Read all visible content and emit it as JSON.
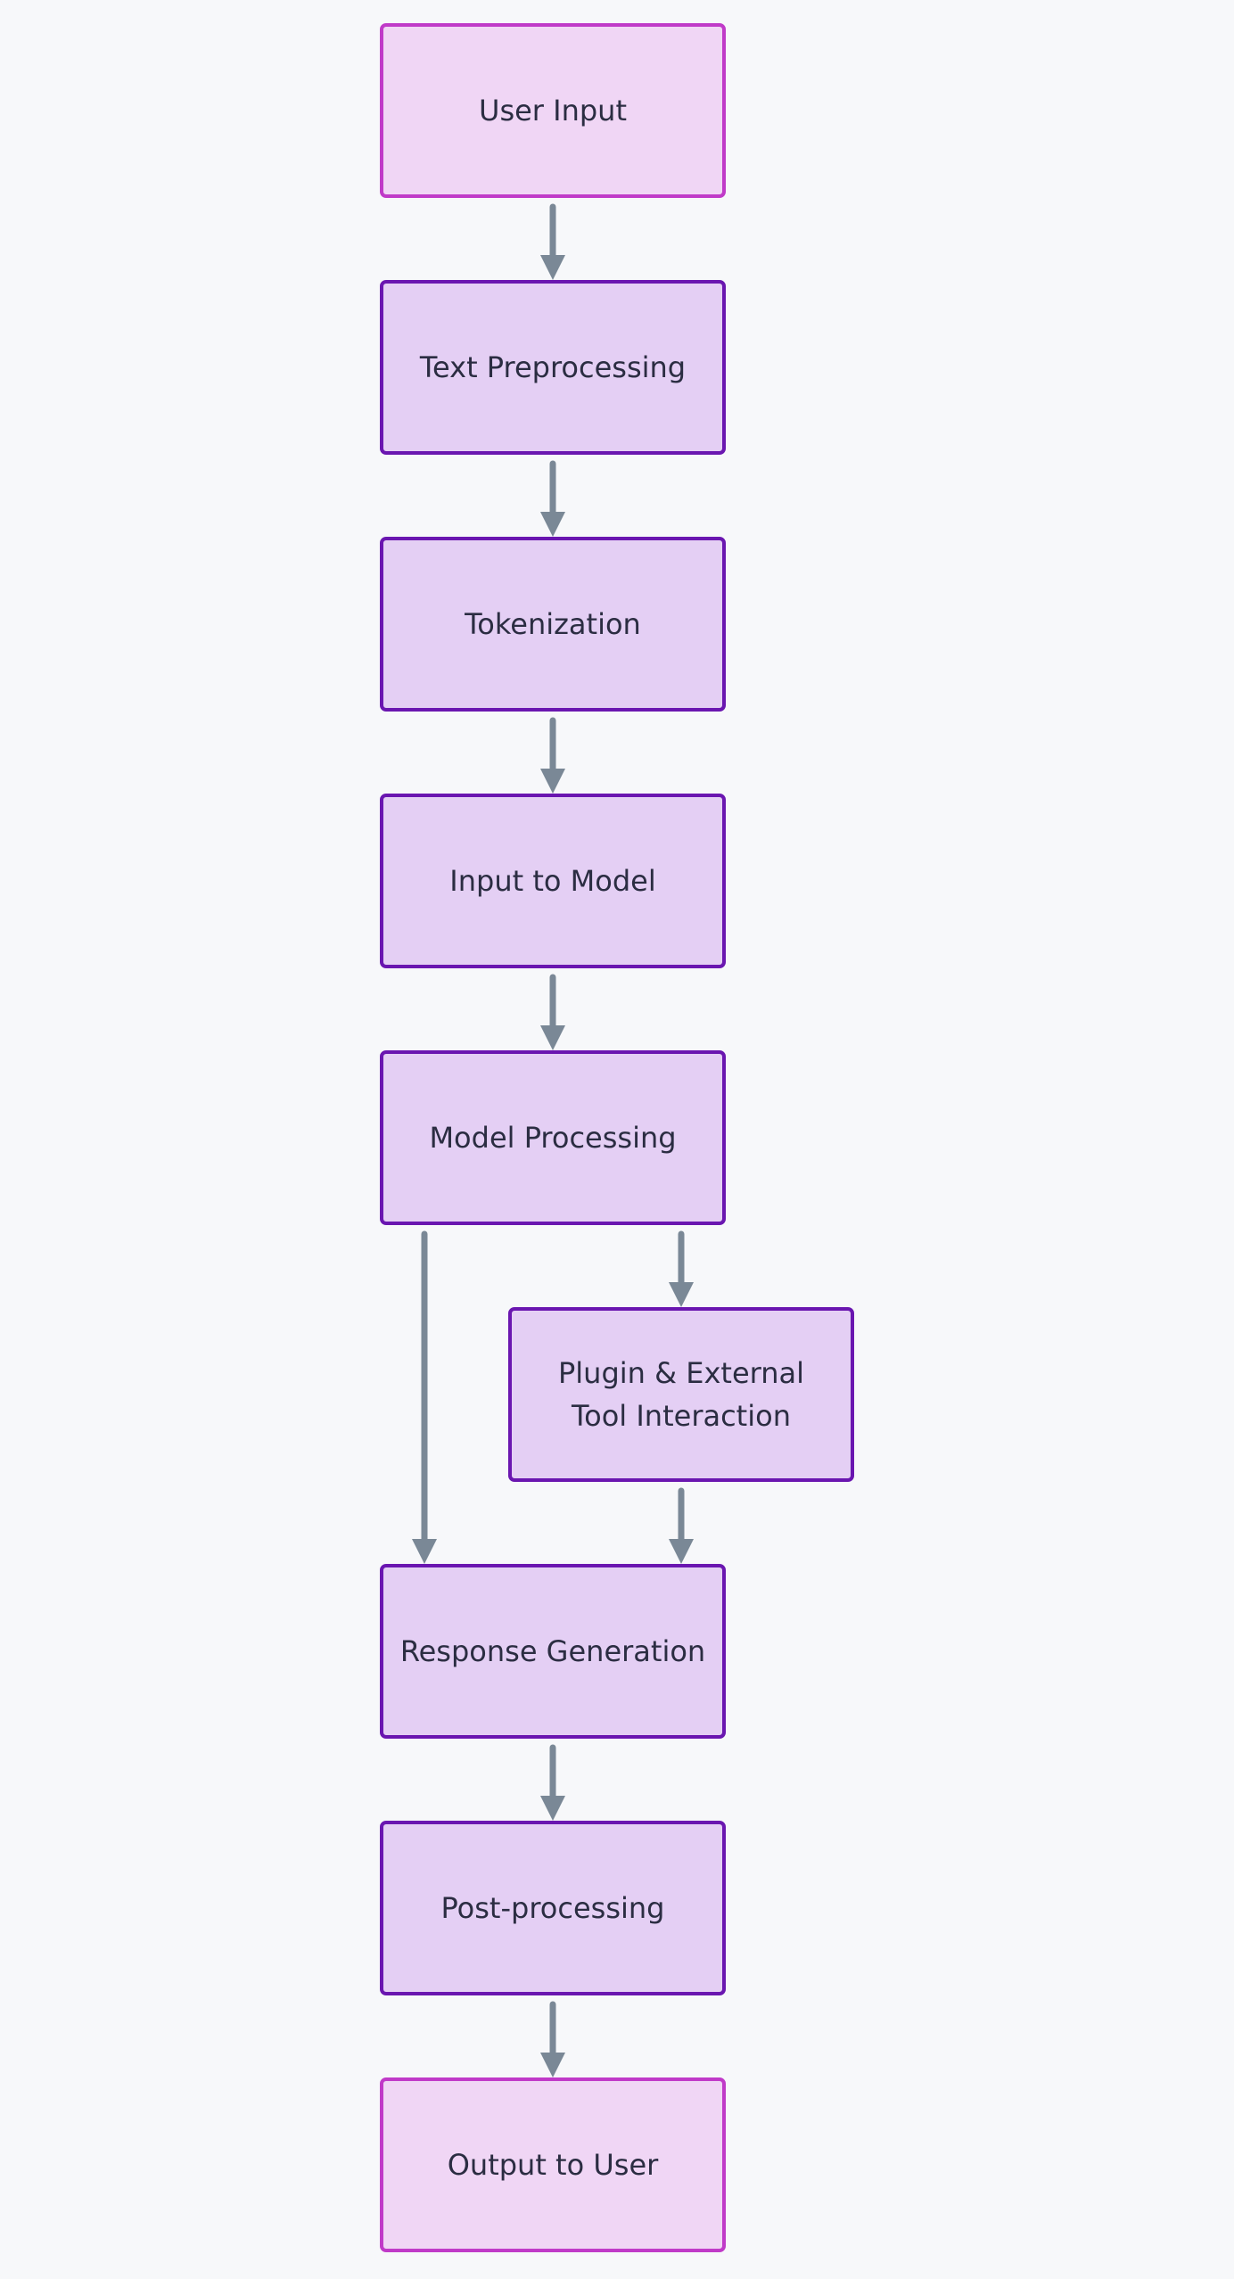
{
  "colors": {
    "background": "#f7f8fa",
    "terminal_fill": "#f0d6f5",
    "terminal_stroke": "#c03ac8",
    "process_fill": "#e4cff4",
    "process_stroke": "#6a16b0",
    "arrow": "#7a8896",
    "text": "#2b2d42"
  },
  "nodes": [
    {
      "id": "user-input",
      "kind": "terminal",
      "lines": [
        "User Input"
      ]
    },
    {
      "id": "text-preprocessing",
      "kind": "process",
      "lines": [
        "Text Preprocessing"
      ]
    },
    {
      "id": "tokenization",
      "kind": "process",
      "lines": [
        "Tokenization"
      ]
    },
    {
      "id": "input-to-model",
      "kind": "process",
      "lines": [
        "Input to Model"
      ]
    },
    {
      "id": "model-processing",
      "kind": "process",
      "lines": [
        "Model Processing"
      ]
    },
    {
      "id": "plugin-external-tool-interaction",
      "kind": "process",
      "lines": [
        "Plugin & External",
        "Tool Interaction"
      ]
    },
    {
      "id": "response-generation",
      "kind": "process",
      "lines": [
        "Response Generation"
      ]
    },
    {
      "id": "post-processing",
      "kind": "process",
      "lines": [
        "Post-processing"
      ]
    },
    {
      "id": "output-to-user",
      "kind": "terminal",
      "lines": [
        "Output to User"
      ]
    }
  ],
  "edges": [
    {
      "from": "user-input",
      "to": "text-preprocessing"
    },
    {
      "from": "text-preprocessing",
      "to": "tokenization"
    },
    {
      "from": "tokenization",
      "to": "input-to-model"
    },
    {
      "from": "input-to-model",
      "to": "model-processing"
    },
    {
      "from": "model-processing",
      "to": "plugin-external-tool-interaction"
    },
    {
      "from": "model-processing",
      "to": "response-generation"
    },
    {
      "from": "plugin-external-tool-interaction",
      "to": "response-generation"
    },
    {
      "from": "response-generation",
      "to": "post-processing"
    },
    {
      "from": "post-processing",
      "to": "output-to-user"
    }
  ]
}
